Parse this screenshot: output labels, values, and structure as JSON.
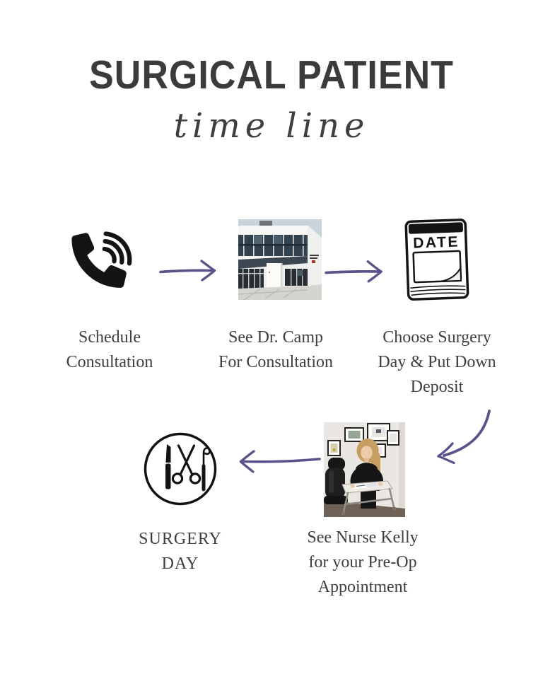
{
  "title": {
    "text": "SURGICAL PATIENT",
    "subtitle": "time line"
  },
  "colors": {
    "background": "#ffffff",
    "title_text": "#3b3b3b",
    "label_text": "#403e3e",
    "arrow_accent": "#59538a",
    "icon_black": "#141414"
  },
  "steps": [
    {
      "id": "schedule-consultation",
      "icon": "phone-icon",
      "lines": [
        "Schedule",
        "Consultation"
      ]
    },
    {
      "id": "see-dr-camp",
      "icon": "office-building-photo",
      "lines": [
        "See Dr. Camp",
        "For Consultation"
      ]
    },
    {
      "id": "choose-surgery-day",
      "icon": "date-calendar-icon",
      "icon_text": "DATE",
      "lines": [
        "Choose Surgery",
        "Day & Put Down",
        "Deposit"
      ]
    },
    {
      "id": "pre-op-appointment",
      "icon": "nurse-photo",
      "lines": [
        "See Nurse Kelly",
        "for your Pre-Op",
        "Appointment"
      ]
    },
    {
      "id": "surgery-day",
      "icon": "surgical-tools-icon",
      "lines": [
        "SURGERY",
        "DAY"
      ]
    }
  ],
  "arrows": [
    {
      "id": "arrow-1",
      "direction": "right",
      "from": "schedule-consultation",
      "to": "see-dr-camp"
    },
    {
      "id": "arrow-2",
      "direction": "right",
      "from": "see-dr-camp",
      "to": "choose-surgery-day"
    },
    {
      "id": "arrow-3",
      "direction": "curved-down-left",
      "from": "choose-surgery-day",
      "to": "pre-op-appointment"
    },
    {
      "id": "arrow-4",
      "direction": "left",
      "from": "pre-op-appointment",
      "to": "surgery-day"
    }
  ]
}
